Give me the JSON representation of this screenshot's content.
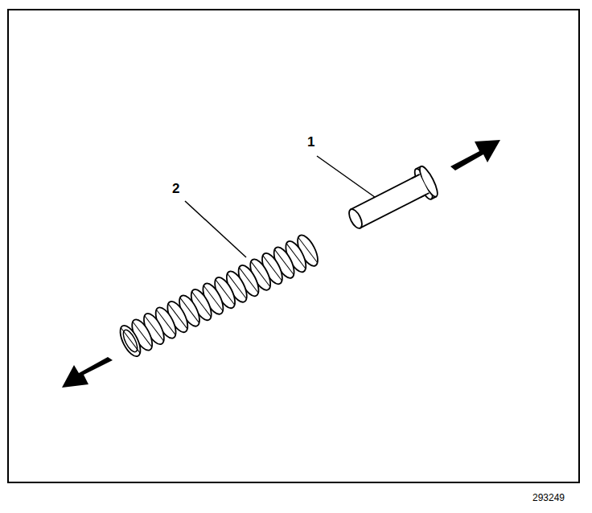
{
  "diagram": {
    "labels": [
      "1",
      "2",
      "293249"
    ]
  }
}
